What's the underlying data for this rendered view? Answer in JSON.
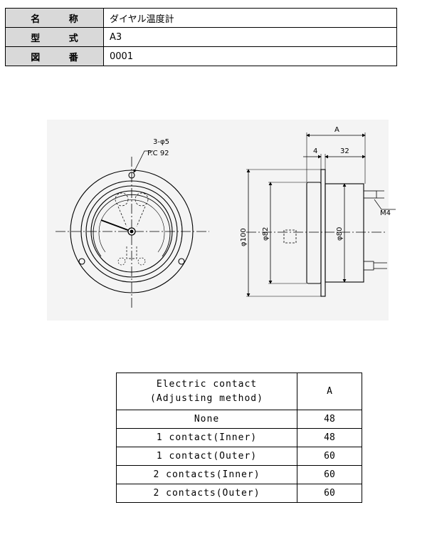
{
  "header_table": {
    "rows": [
      {
        "key": "名 称",
        "value": "ダイヤル温度計"
      },
      {
        "key": "型 式",
        "value": "A3"
      },
      {
        "key": "図 番",
        "value": "0001"
      }
    ]
  },
  "drawing": {
    "front_labels": {
      "holes": "3-φ5",
      "pcd": "P.C 92"
    },
    "side_labels": {
      "dim_A": "A",
      "dim_4": "4",
      "dim_32": "32",
      "thread": "M4",
      "dia_100": "φ100",
      "dia_82": "φ82",
      "dia_80": "φ80"
    }
  },
  "spec_table": {
    "header_line1": "Electric contact",
    "header_line2": "(Adjusting method)",
    "column_header": "A",
    "rows": [
      {
        "label": "None",
        "value": "48"
      },
      {
        "label": "1 contact(Inner)",
        "value": "48"
      },
      {
        "label": "1 contact(Outer)",
        "value": "60"
      },
      {
        "label": "2 contacts(Inner)",
        "value": "60"
      },
      {
        "label": "2 contacts(Outer)",
        "value": "60"
      }
    ]
  }
}
